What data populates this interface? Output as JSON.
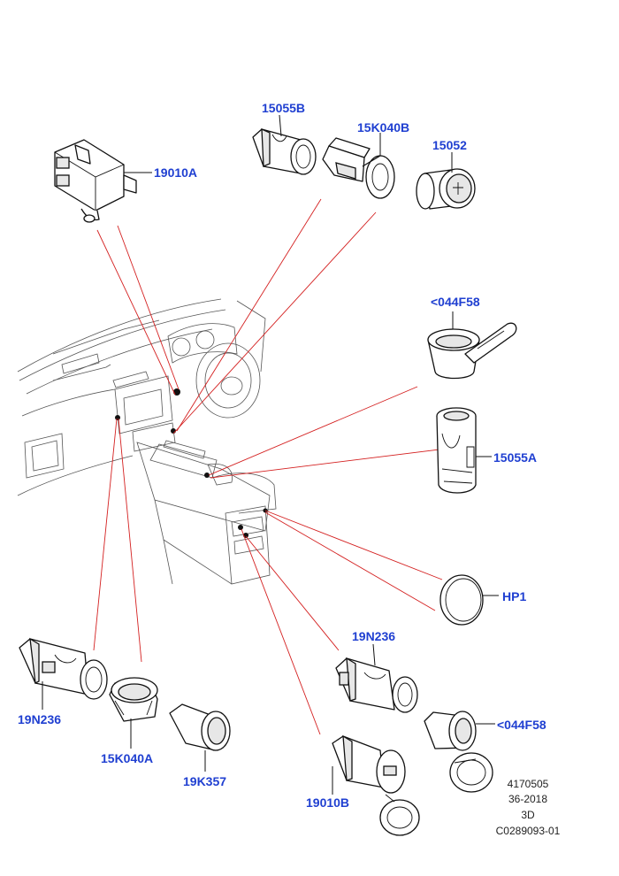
{
  "colors": {
    "callout": "#1f3fd1",
    "leader_red": "#d42020",
    "line": "#111111"
  },
  "callouts": {
    "c19010A": "19010A",
    "c15055B": "15055B",
    "c15K040B": "15K040B",
    "c15052": "15052",
    "c044F58_top": "<044F58",
    "c15055A": "15055A",
    "cHP1": "HP1",
    "c19N236_right": "19N236",
    "c044F58_right": "<044F58",
    "c19N236_left": "19N236",
    "c15K040A": "15K040A",
    "c19K357": "19K357",
    "c19010B": "19010B"
  },
  "info_block": {
    "line1": "4170505",
    "line2": "36-2018",
    "line3": "3D",
    "line4": "C0289093-01"
  }
}
